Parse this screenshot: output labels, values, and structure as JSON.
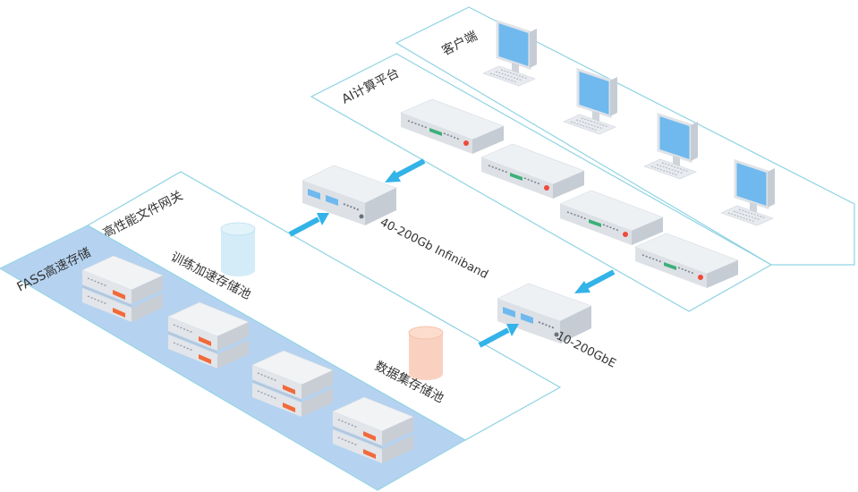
{
  "zones": {
    "client": "客户端",
    "ai_platform": "AI计算平台",
    "gateway": "高性能文件网关",
    "fass": "FASS高速存储"
  },
  "pools": {
    "training": "训练加速存储池",
    "dataset": "数据集存储池"
  },
  "links": {
    "infiniband": "40-200Gb Infiniband",
    "ethernet": "10-200GbE"
  },
  "colors": {
    "zone_border": "#8fd3e3",
    "fass_fill": "#b5d3f0",
    "arrow": "#33b3e8",
    "server_top": "#eceff3",
    "server_side": "#cfd4db",
    "led_red": "#f04a3a",
    "led_green": "#3db07a",
    "screen": "#6fb9ee",
    "storage_accent": "#f26a3a",
    "training_pool": "#cde9f6",
    "dataset_pool": "#f9c9b6"
  }
}
